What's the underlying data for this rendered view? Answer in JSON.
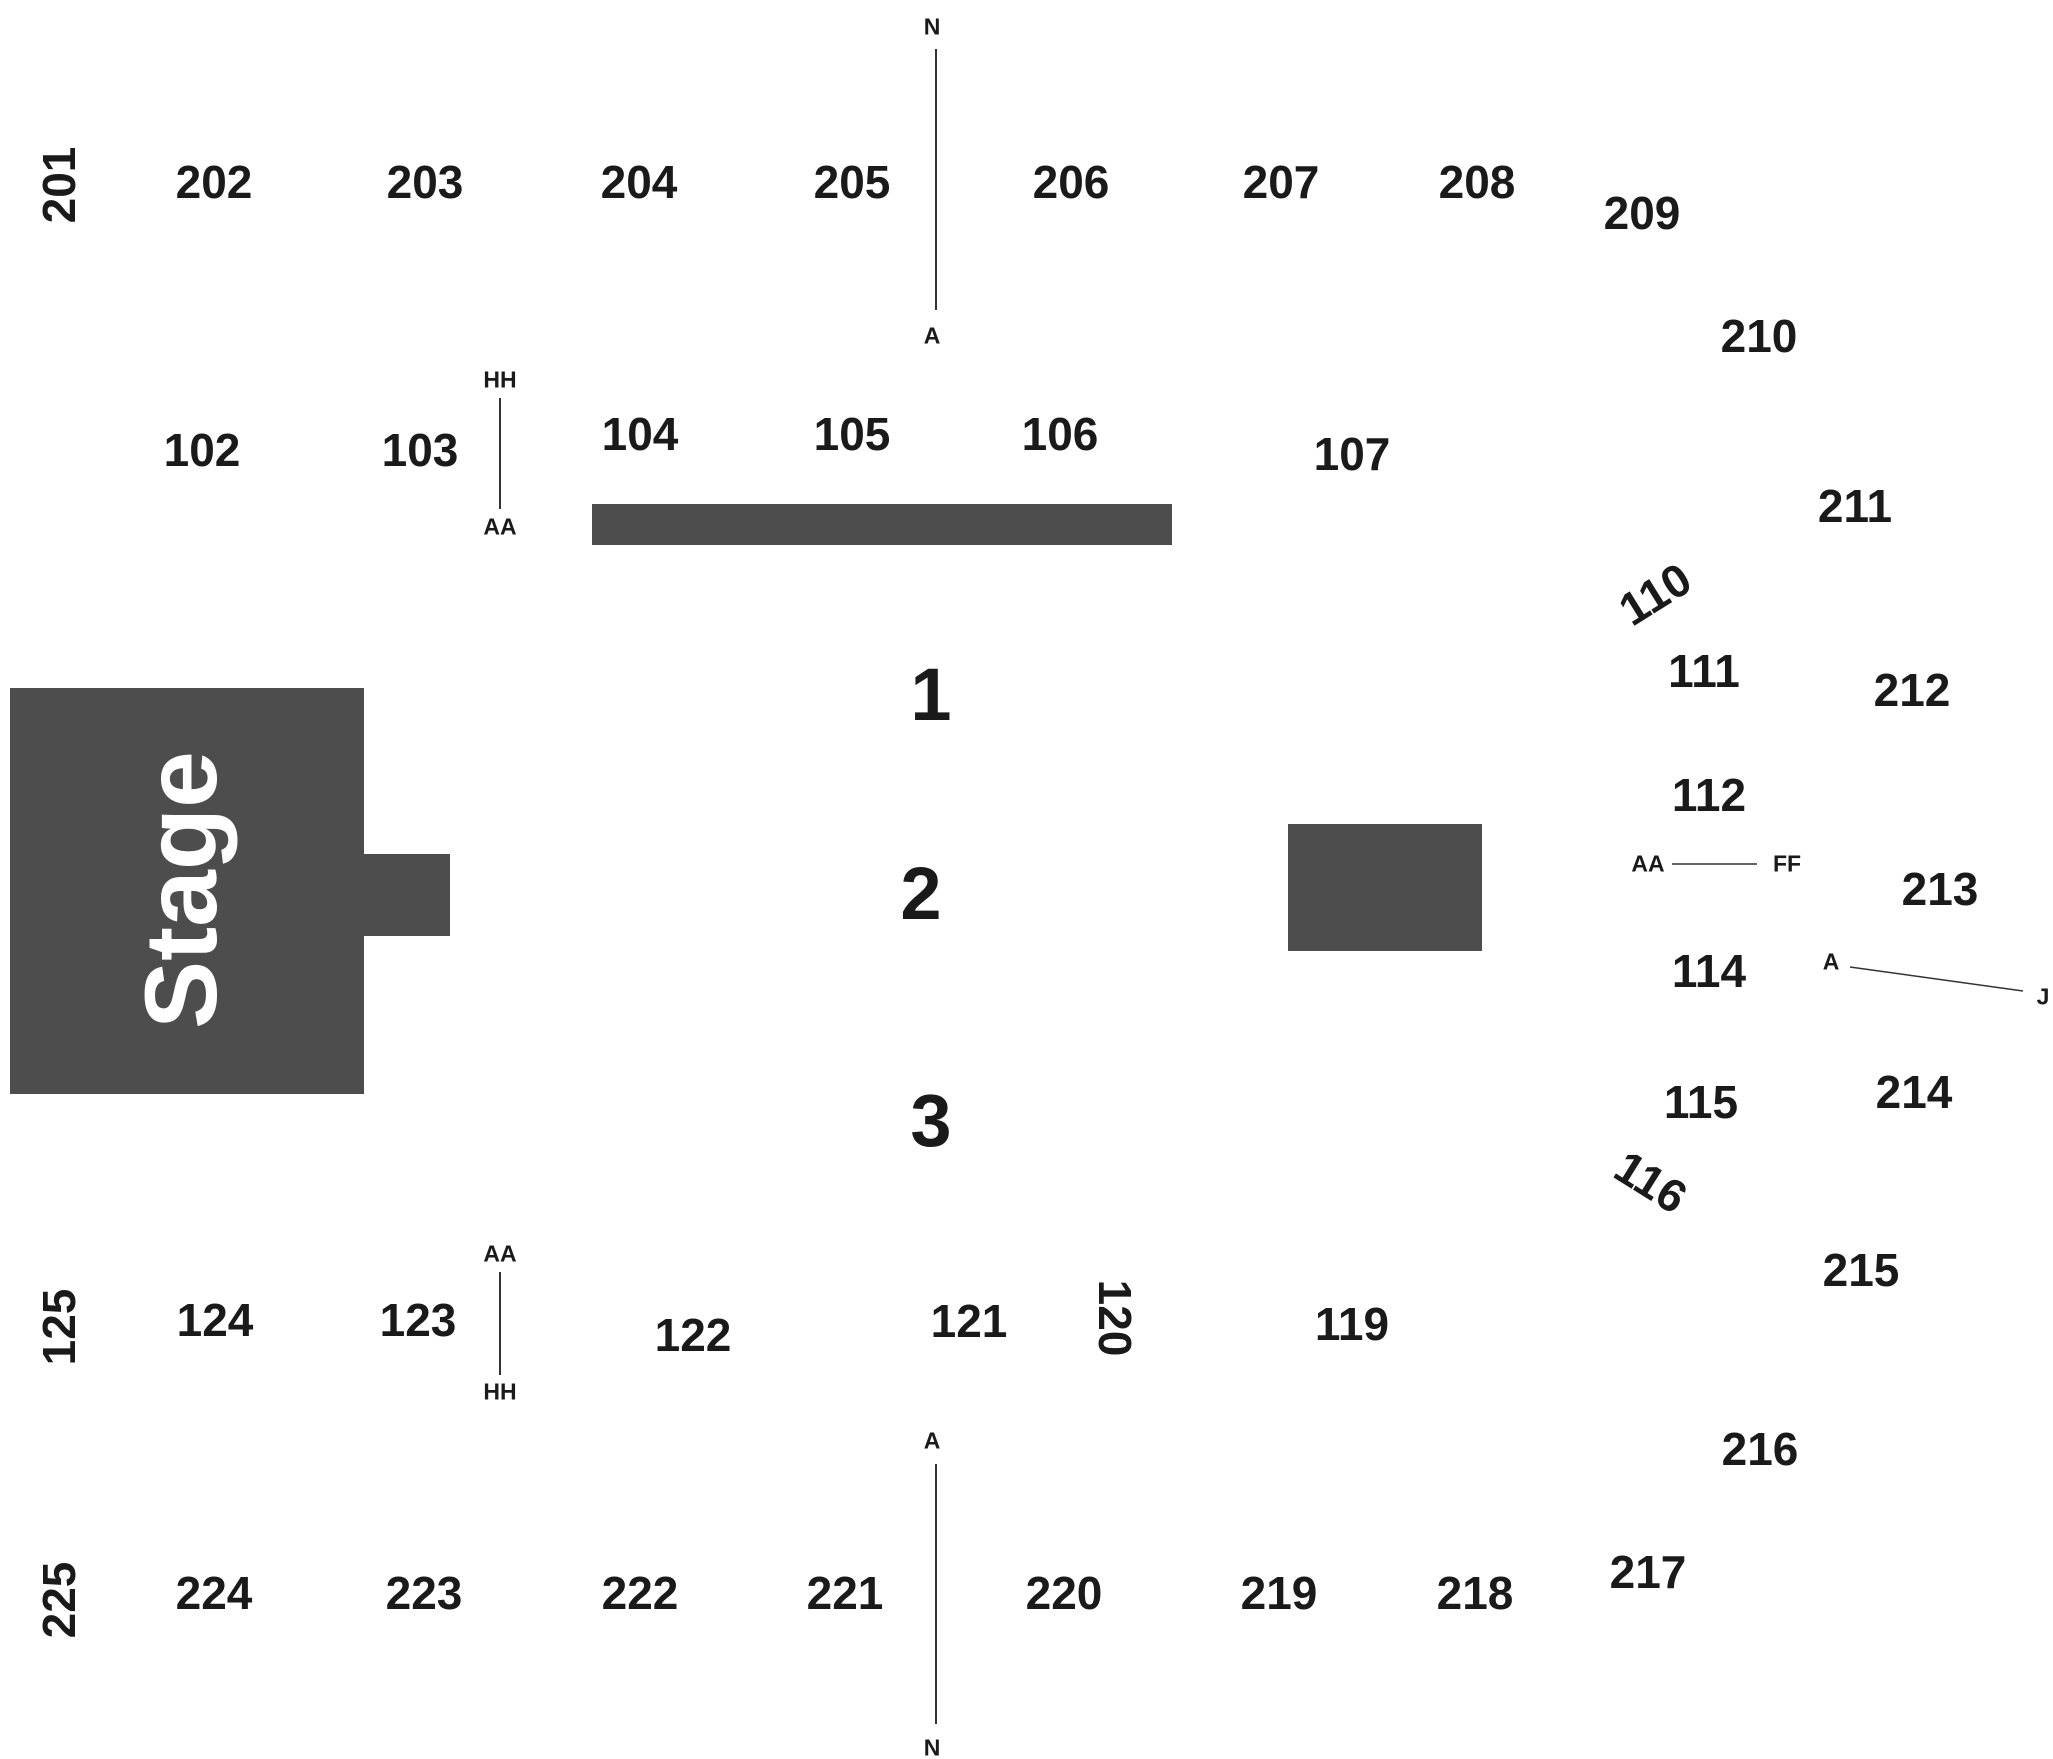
{
  "stage_label": "Stage",
  "floor_sections": [
    "1",
    "2",
    "3"
  ],
  "upper_top": [
    "201",
    "202",
    "203",
    "204",
    "205",
    "206",
    "207",
    "208",
    "209"
  ],
  "upper_right": [
    "210",
    "211",
    "212",
    "213",
    "214",
    "215",
    "216",
    "217"
  ],
  "upper_bottom": [
    "218",
    "219",
    "220",
    "221",
    "222",
    "223",
    "224",
    "225"
  ],
  "lower_top": [
    "102",
    "103",
    "104",
    "105",
    "106",
    "107"
  ],
  "lower_right": [
    "110",
    "111",
    "112",
    "114",
    "115",
    "116"
  ],
  "lower_bottom": [
    "119",
    "120",
    "121",
    "122",
    "123",
    "124",
    "125"
  ],
  "row_markers": {
    "top_aisle": [
      "N",
      "A"
    ],
    "bottom_aisle": [
      "A",
      "N"
    ],
    "section_103": [
      "HH",
      "AA"
    ],
    "section_123": [
      "AA",
      "HH"
    ],
    "section_112_114": [
      "AA",
      "FF"
    ],
    "section_213": [
      "A",
      "J"
    ]
  },
  "colors": {
    "block_fill": "#4d4d4d",
    "label_text": "#1a1a1a",
    "stage_text": "#ffffff",
    "background": "#ffffff"
  }
}
